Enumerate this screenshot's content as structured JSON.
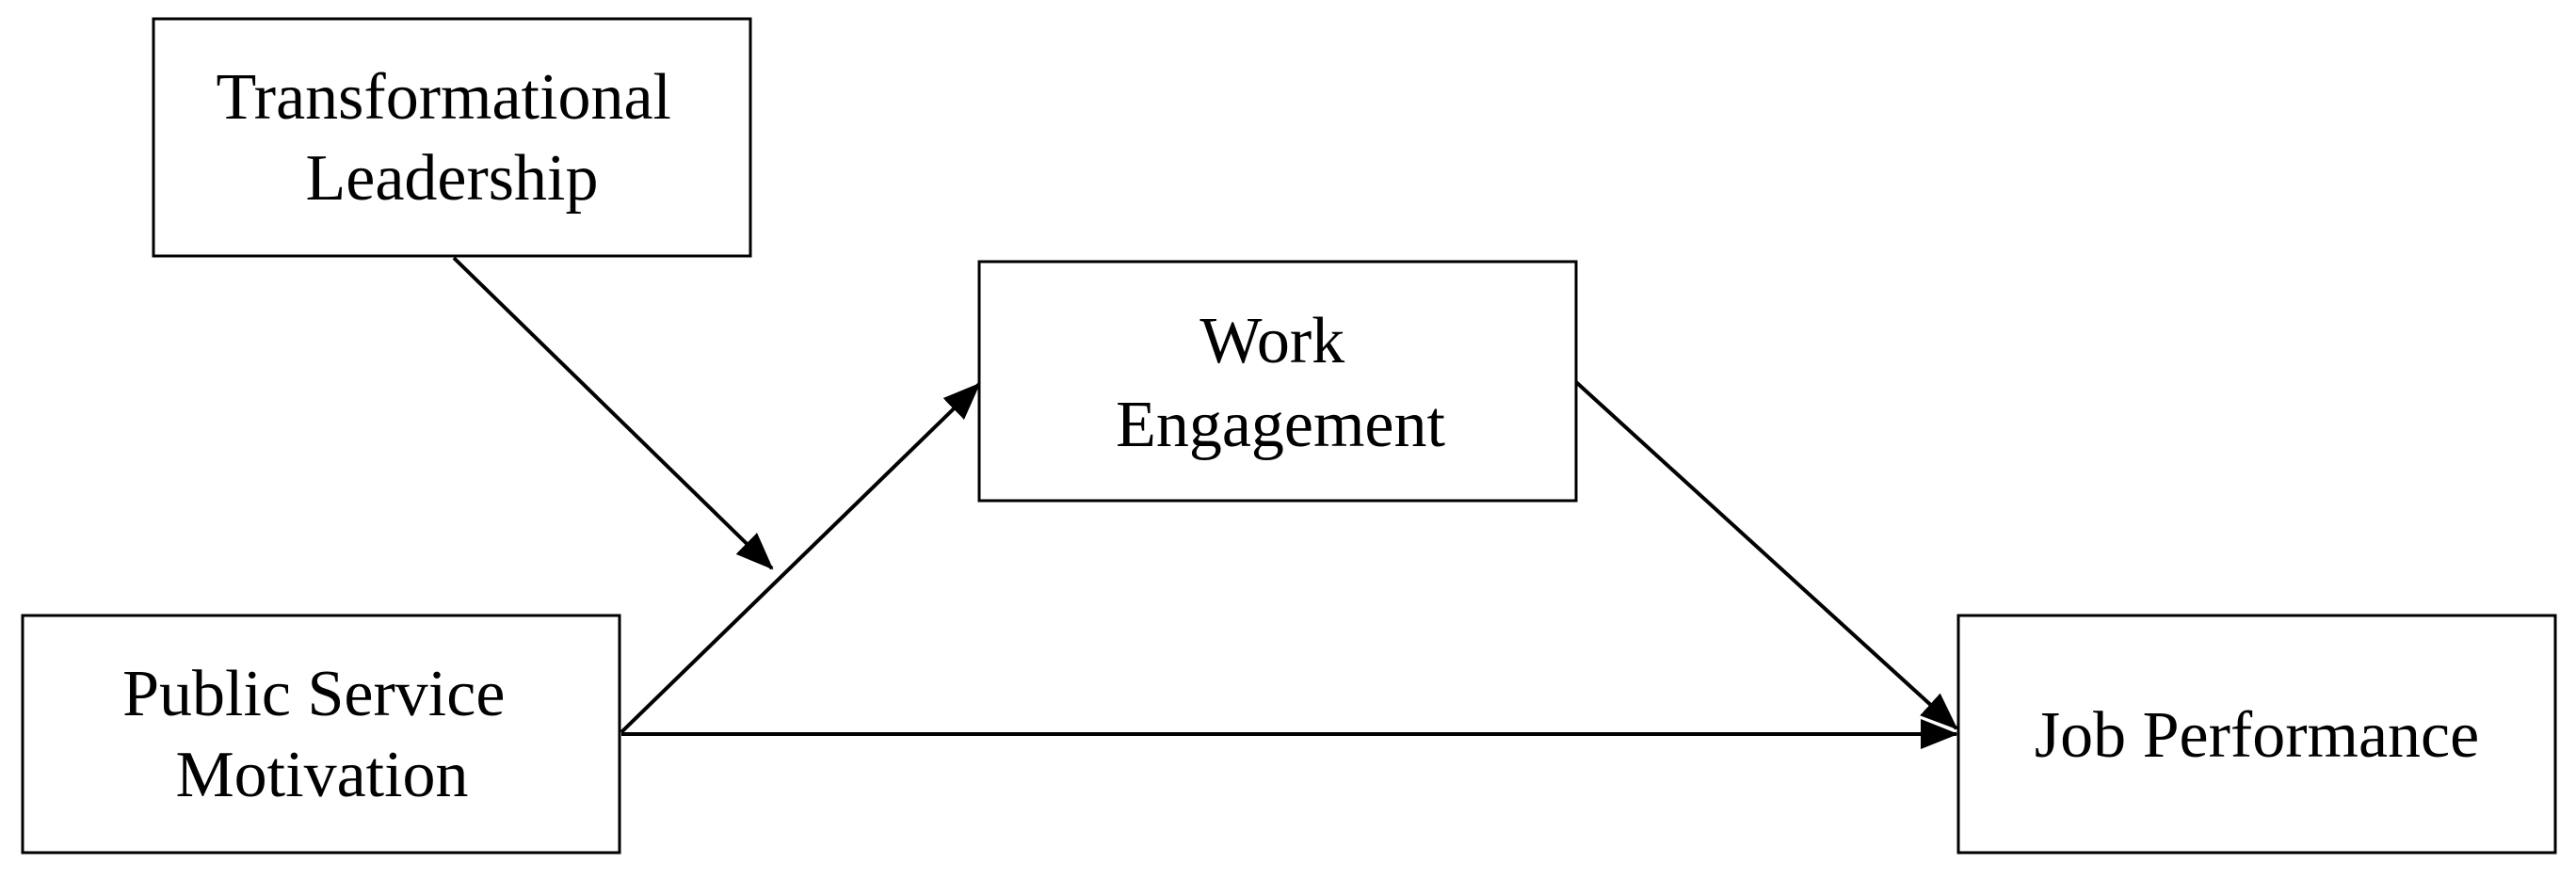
{
  "nodes": {
    "transformational_leadership": {
      "lines": [
        "Transformational",
        "Leadership"
      ]
    },
    "work_engagement": {
      "lines": [
        "Work",
        "Engagement"
      ]
    },
    "public_service_motivation": {
      "lines": [
        "Public Service",
        "Motivation"
      ]
    },
    "job_performance": {
      "lines": [
        "Job Performance"
      ]
    }
  },
  "edges": [
    {
      "from": "public_service_motivation",
      "to": "work_engagement"
    },
    {
      "from": "work_engagement",
      "to": "job_performance"
    },
    {
      "from": "public_service_motivation",
      "to": "job_performance"
    },
    {
      "from": "transformational_leadership",
      "to": "public_service_motivation-work_engagement-path"
    }
  ],
  "colors": {
    "stroke": "#000000",
    "background": "#ffffff"
  }
}
